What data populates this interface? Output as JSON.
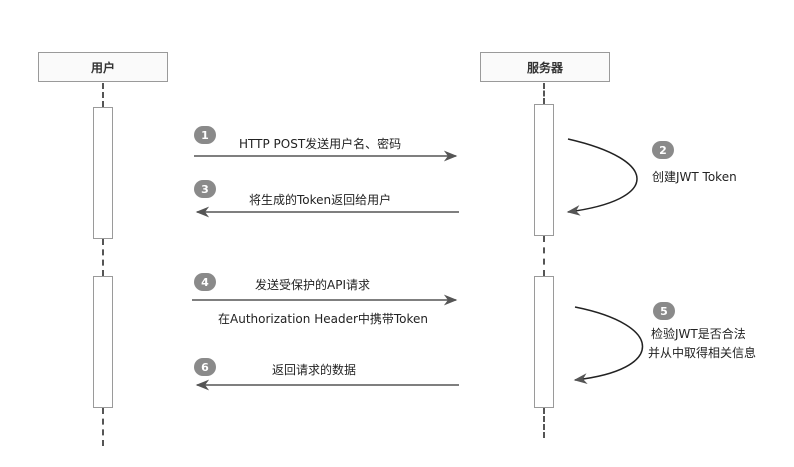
{
  "actors": {
    "user": "用户",
    "server": "服务器"
  },
  "steps": [
    {
      "num": "1",
      "text": "HTTP POST发送用户名、密码"
    },
    {
      "num": "2",
      "text": "创建JWT Token"
    },
    {
      "num": "3",
      "text": "将生成的Token返回给用户"
    },
    {
      "num": "4",
      "text": "发送受保护的API请求",
      "subtext": "在Authorization Header中携带Token"
    },
    {
      "num": "5",
      "text": "检验JWT是否合法",
      "subtext": "并从中取得相关信息"
    },
    {
      "num": "6",
      "text": "返回请求的数据"
    }
  ]
}
